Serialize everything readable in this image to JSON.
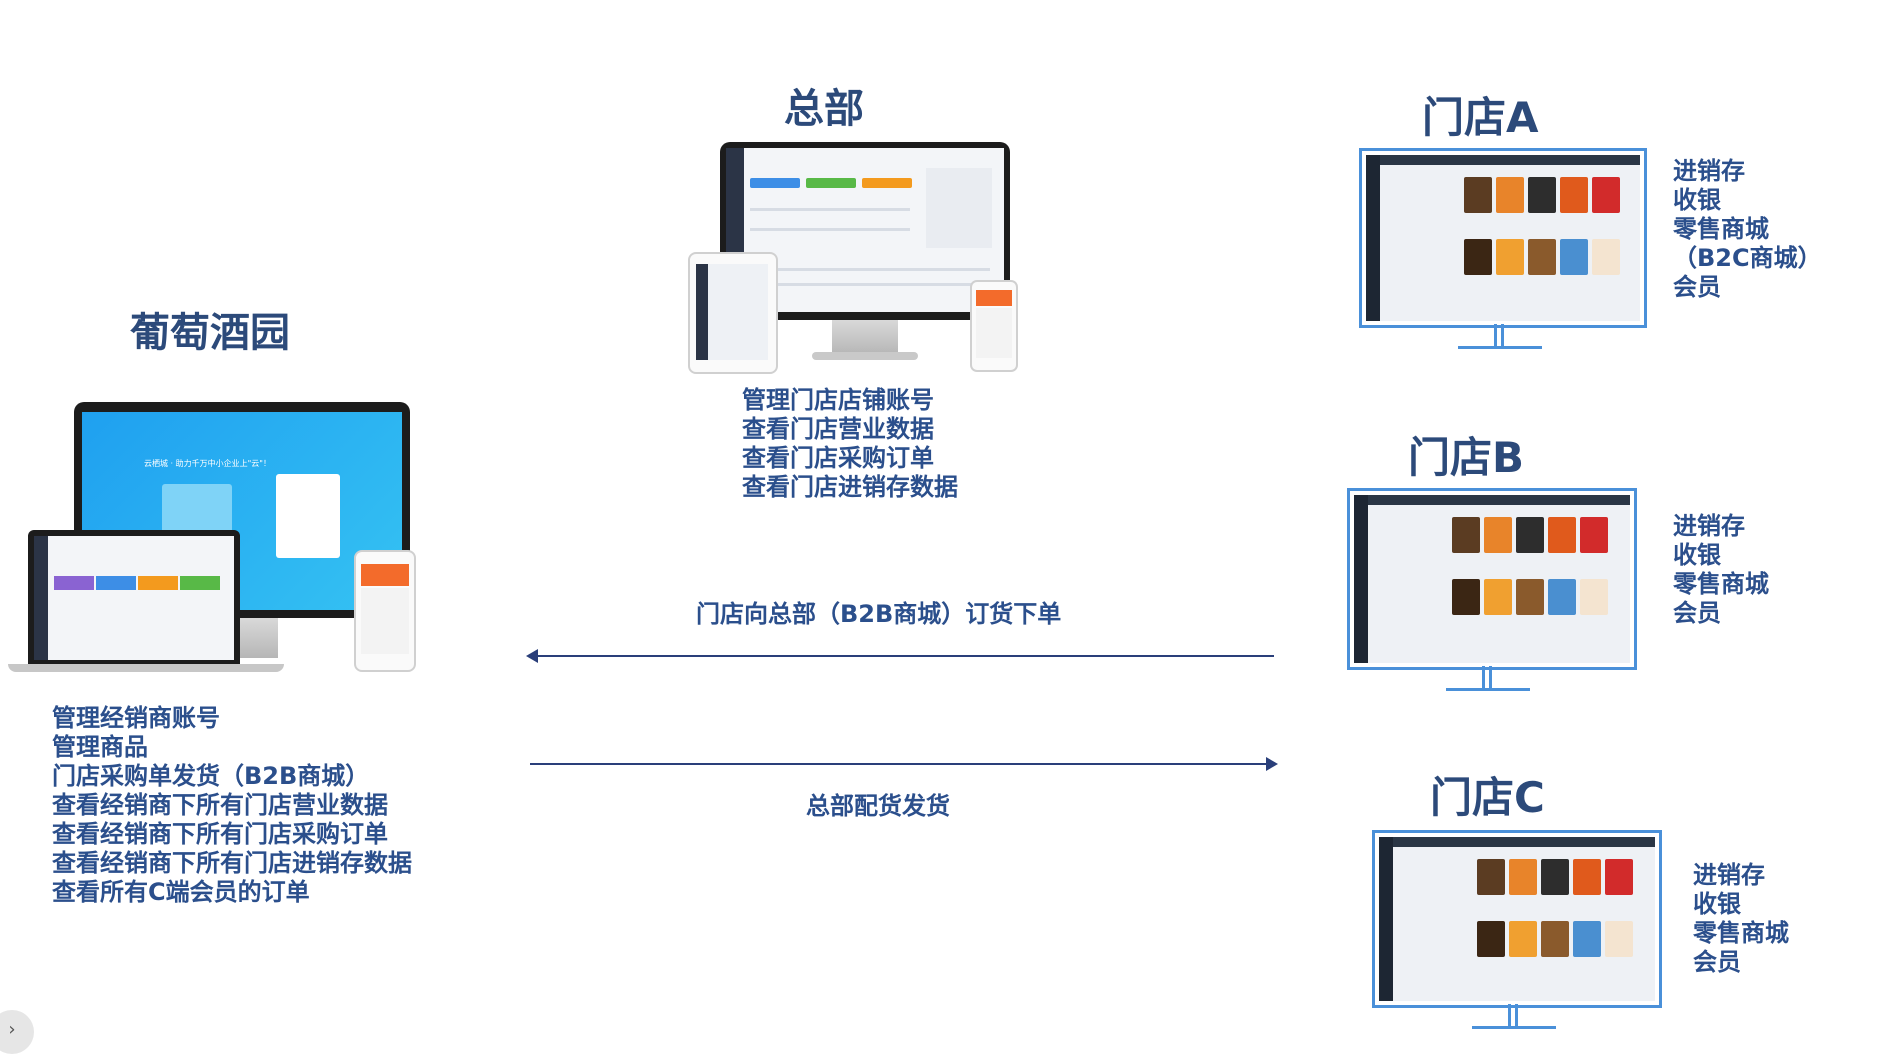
{
  "headquarters": {
    "title": "总部",
    "features": [
      "管理门店店铺账号",
      "查看门店营业数据",
      "查看门店采购订单",
      "查看门店进销存数据"
    ]
  },
  "winery": {
    "title": "葡萄酒园",
    "features": [
      "管理经销商账号",
      "管理商品",
      "门店采购单发货（B2B商城）",
      "查看经销商下所有门店营业数据",
      "查看经销商下所有门店采购订单",
      "查看经销商下所有门店进销存数据",
      "查看所有C端会员的订单"
    ]
  },
  "stores": [
    {
      "title": "门店A",
      "features": [
        "进销存",
        "收银",
        "零售商城",
        "（B2C商城）",
        "会员"
      ]
    },
    {
      "title": "门店B",
      "features": [
        "进销存",
        "收银",
        "零售商城",
        "会员"
      ]
    },
    {
      "title": "门店C",
      "features": [
        "进销存",
        "收银",
        "零售商城",
        "会员"
      ]
    }
  ],
  "flows": {
    "store_to_hq": "门店向总部（B2B商城）订货下单",
    "hq_to_store": "总部配货发货"
  },
  "mockup_banner": "云栖城 · 助力千万中小企业上\"云\"！",
  "colors": {
    "title": "#2c4a7a",
    "text": "#2b4f8c",
    "arrow": "#2a3f7a",
    "monitor_frame": "#4a90d9"
  },
  "icons": {
    "scroll": "chevron-right-icon"
  }
}
